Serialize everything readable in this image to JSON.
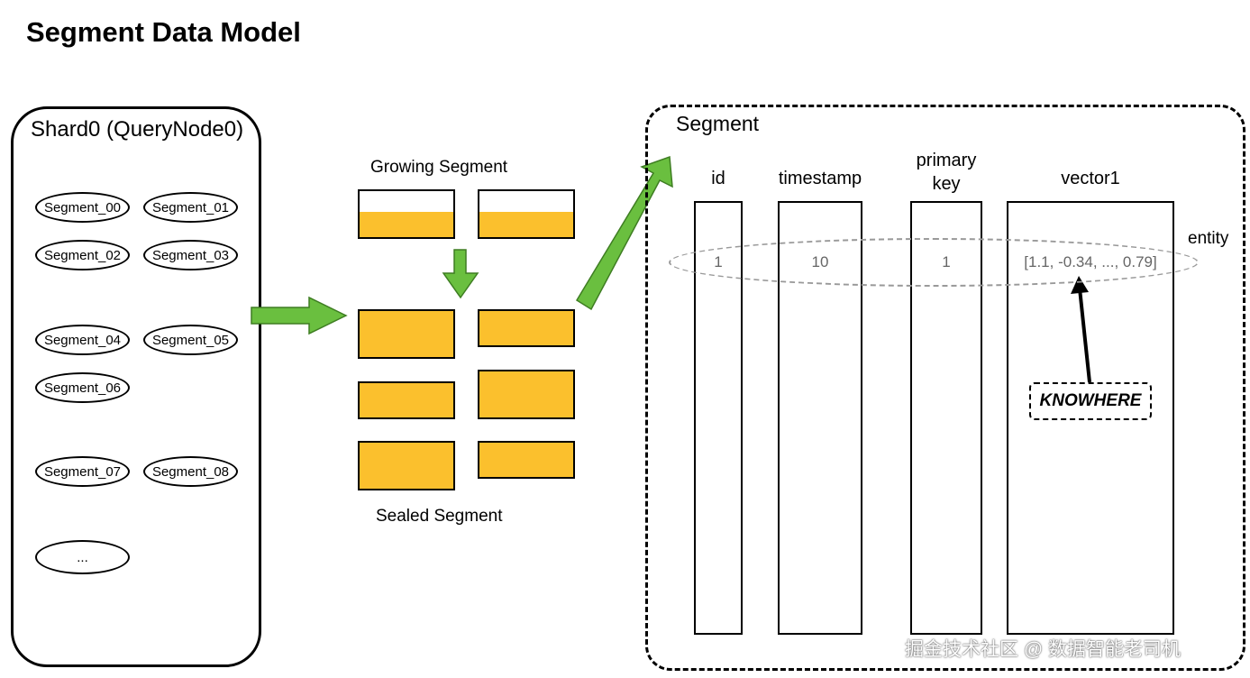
{
  "title": "Segment Data Model",
  "shard": {
    "title": "Shard0 (QueryNode0)",
    "segments": [
      "Segment_00",
      "Segment_01",
      "Segment_02",
      "Segment_03",
      "Segment_04",
      "Segment_05",
      "Segment_06",
      "Segment_07",
      "Segment_08",
      "..."
    ]
  },
  "growing_label": "Growing Segment",
  "sealed_label": "Sealed Segment",
  "segment_panel": {
    "title": "Segment",
    "columns": [
      "id",
      "timestamp",
      "primary key",
      "vector1"
    ],
    "entity_values": [
      "1",
      "10",
      "1",
      "[1.1, -0.34, ..., 0.79]"
    ],
    "entity_label": "entity",
    "knowhere_label": "KNOWHERE"
  },
  "watermark": "掘金技术社区 @ 数据智能老司机",
  "colors": {
    "segment_fill": "#fbc02d",
    "arrow_green": "#6abf3f",
    "arrow_outline": "#3e7d22"
  }
}
